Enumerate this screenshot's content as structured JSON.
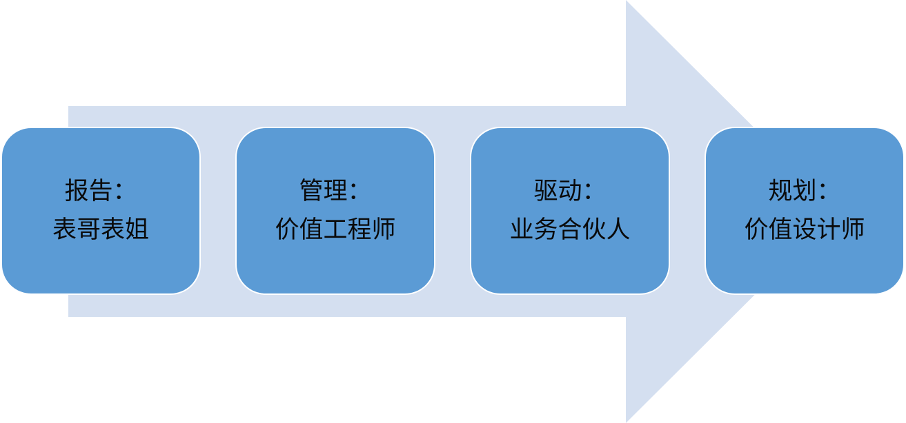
{
  "colors": {
    "arrow": "#d4dff0",
    "box": "#5b9bd5",
    "box_border": "#ffffff",
    "text": "#0a0a0a"
  },
  "stages": [
    {
      "title": "报告：",
      "role": "表哥表姐"
    },
    {
      "title": "管理：",
      "role": "价值工程师"
    },
    {
      "title": "驱动：",
      "role": "业务合伙人"
    },
    {
      "title": "规划：",
      "role": "价值设计师"
    }
  ]
}
